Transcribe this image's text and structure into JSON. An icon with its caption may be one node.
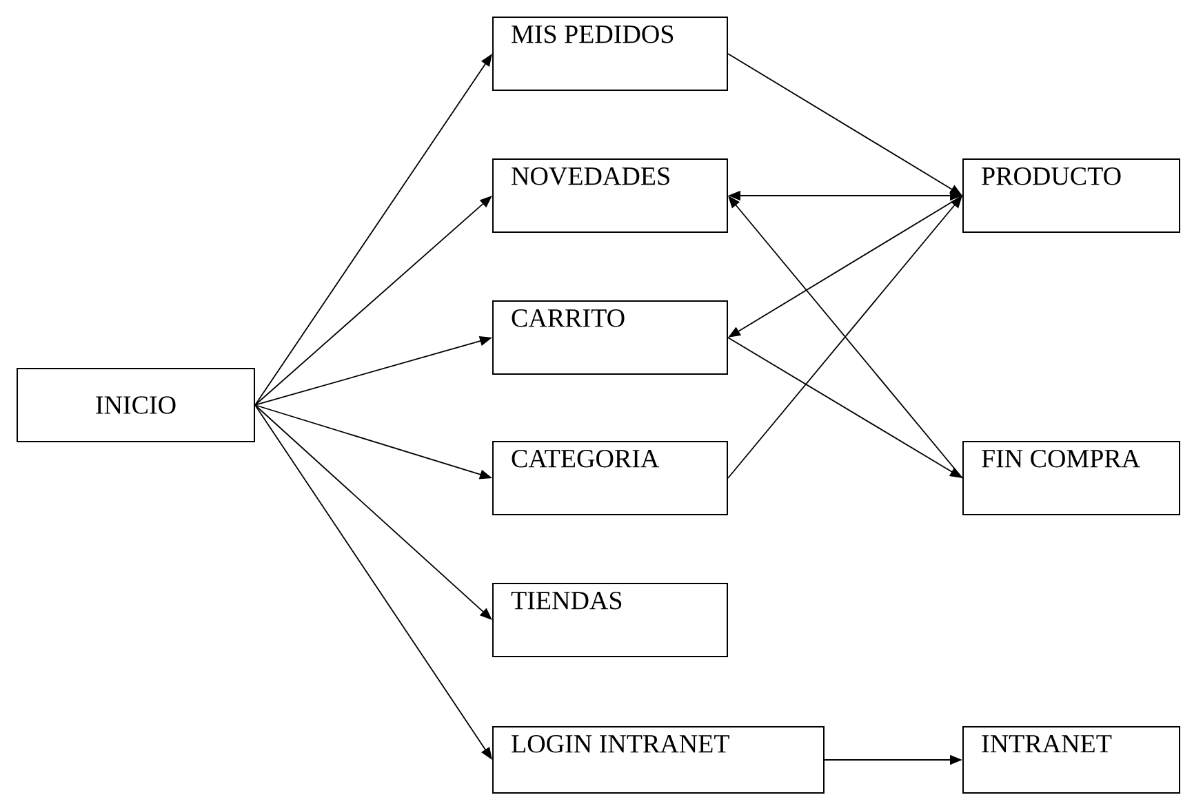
{
  "diagram": {
    "nodes": [
      {
        "text": [
          "INICIO"
        ]
      },
      {
        "text": [
          "MIS PEDIDOS"
        ]
      },
      {
        "text": [
          "NOVEDADES"
        ]
      },
      {
        "text": [
          "CARRITO"
        ]
      },
      {
        "text": [
          "CATEGORIA"
        ]
      },
      {
        "text": [
          "TIENDAS"
        ]
      },
      {
        "text": [
          "LOGIN INTRANET"
        ]
      },
      {
        "text": [
          "PRODUCTO"
        ]
      },
      {
        "text": [
          "FIN COMPRA"
        ]
      },
      {
        "text": [
          "INTRANET"
        ]
      }
    ],
    "edges": [
      {
        "from": 0,
        "to": 1,
        "arrow": "to"
      },
      {
        "from": 0,
        "to": 2,
        "arrow": "to"
      },
      {
        "from": 0,
        "to": 3,
        "arrow": "to"
      },
      {
        "from": 0,
        "to": 4,
        "arrow": "to"
      },
      {
        "from": 0,
        "to": 5,
        "arrow": "to"
      },
      {
        "from": 0,
        "to": 6,
        "arrow": "to"
      },
      {
        "from": 1,
        "to": 7,
        "arrow": "to"
      },
      {
        "from": 2,
        "to": 7,
        "arrow": "both"
      },
      {
        "from": 7,
        "to": 3,
        "arrow": "to"
      },
      {
        "from": 4,
        "to": 7,
        "arrow": "to"
      },
      {
        "from": 3,
        "to": 8,
        "arrow": "to"
      },
      {
        "from": 8,
        "to": 2,
        "arrow": "to"
      },
      {
        "from": 6,
        "to": 9,
        "arrow": "to"
      }
    ]
  }
}
